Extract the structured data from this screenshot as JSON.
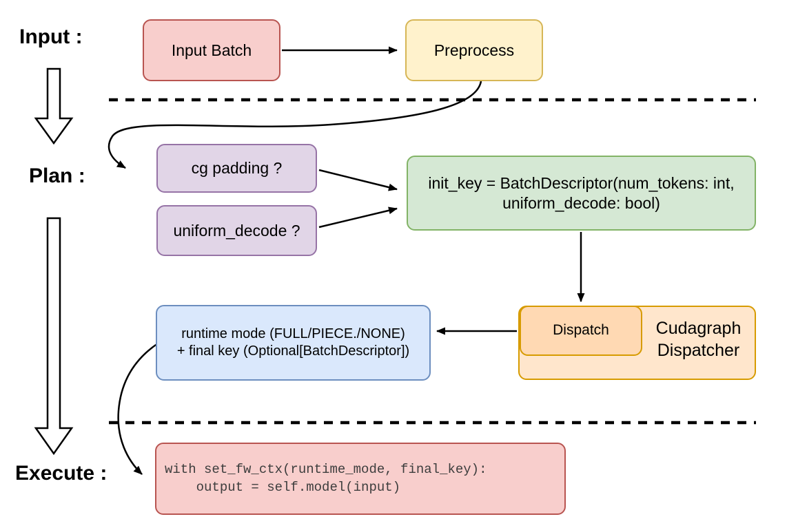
{
  "phases": {
    "input_label": "Input :",
    "plan_label": "Plan :",
    "execute_label": "Execute :"
  },
  "nodes": {
    "input_batch": {
      "label": "Input Batch"
    },
    "preprocess": {
      "label": "Preprocess"
    },
    "cg_padding": {
      "label": "cg padding ?"
    },
    "uniform_decode": {
      "label": "uniform_decode ?"
    },
    "init_key": {
      "line1": "init_key = BatchDescriptor(num_tokens: int,",
      "line2": "uniform_decode: bool)"
    },
    "runtime_mode": {
      "line1": "runtime mode (FULL/PIECE./NONE)",
      "line2": "+ final key (Optional[BatchDescriptor])"
    },
    "dispatch": {
      "label": "Dispatch"
    },
    "cudagraph_dispatcher": {
      "line1": "Cudagraph",
      "line2": "Dispatcher"
    },
    "execute_code": {
      "line1": "with set_fw_ctx(runtime_mode, final_key):",
      "line2": "    output = self.model(input)"
    }
  },
  "colors": {
    "red_fill": "#f8cecc",
    "red_stroke": "#b85450",
    "yellow_fill": "#fff2cc",
    "yellow_stroke": "#d6b656",
    "purple_fill": "#e1d5e7",
    "purple_stroke": "#9673a6",
    "green_fill": "#d5e8d4",
    "green_stroke": "#82b366",
    "blue_fill": "#dae8fc",
    "blue_stroke": "#6c8ebf",
    "orange_outer_fill": "#ffe6cc",
    "orange_inner_fill": "#ffd9b3",
    "orange_stroke": "#d79b00",
    "connector": "#000000",
    "background": "#ffffff"
  }
}
